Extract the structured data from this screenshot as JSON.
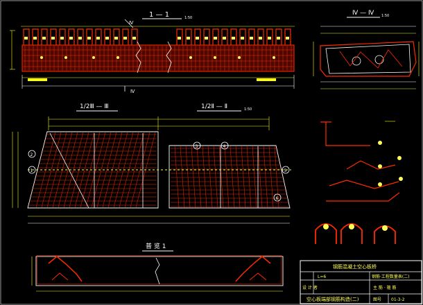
{
  "titles": {
    "elevation": "1 — 1",
    "section_iv": "Ⅳ — Ⅳ",
    "plan_left": "1/2Ⅲ — Ⅲ",
    "plan_right": "1/2Ⅱ — Ⅱ",
    "bottom_view": "普 览 1",
    "scale": "1:50"
  },
  "labels": {
    "section_mark": "Ⅳ",
    "n1": "1",
    "n2": "2",
    "n3": "3",
    "n4": "4",
    "n5": "5",
    "n6": "6"
  },
  "title_block": {
    "row1": "钢筋混凝土空心板桥",
    "row2_left": "L=6",
    "row2_right": "钢筋·工程数量表(二)",
    "row3_label": "设 计 者",
    "row3_right": "主 筋 · 箍 筋",
    "row4_left": "空心板端部钢筋构造(二)",
    "row4_right_label": "图号",
    "row4_right_value": "01-3-2"
  },
  "colors": {
    "background": "#000000",
    "rebar": "#ff2a00",
    "rebar_dark": "#b01800",
    "outline": "#ffffff",
    "dimension": "#ffff00",
    "marker": "#ffff55",
    "frame": "#ffffff",
    "centerline": "#00ffff"
  }
}
